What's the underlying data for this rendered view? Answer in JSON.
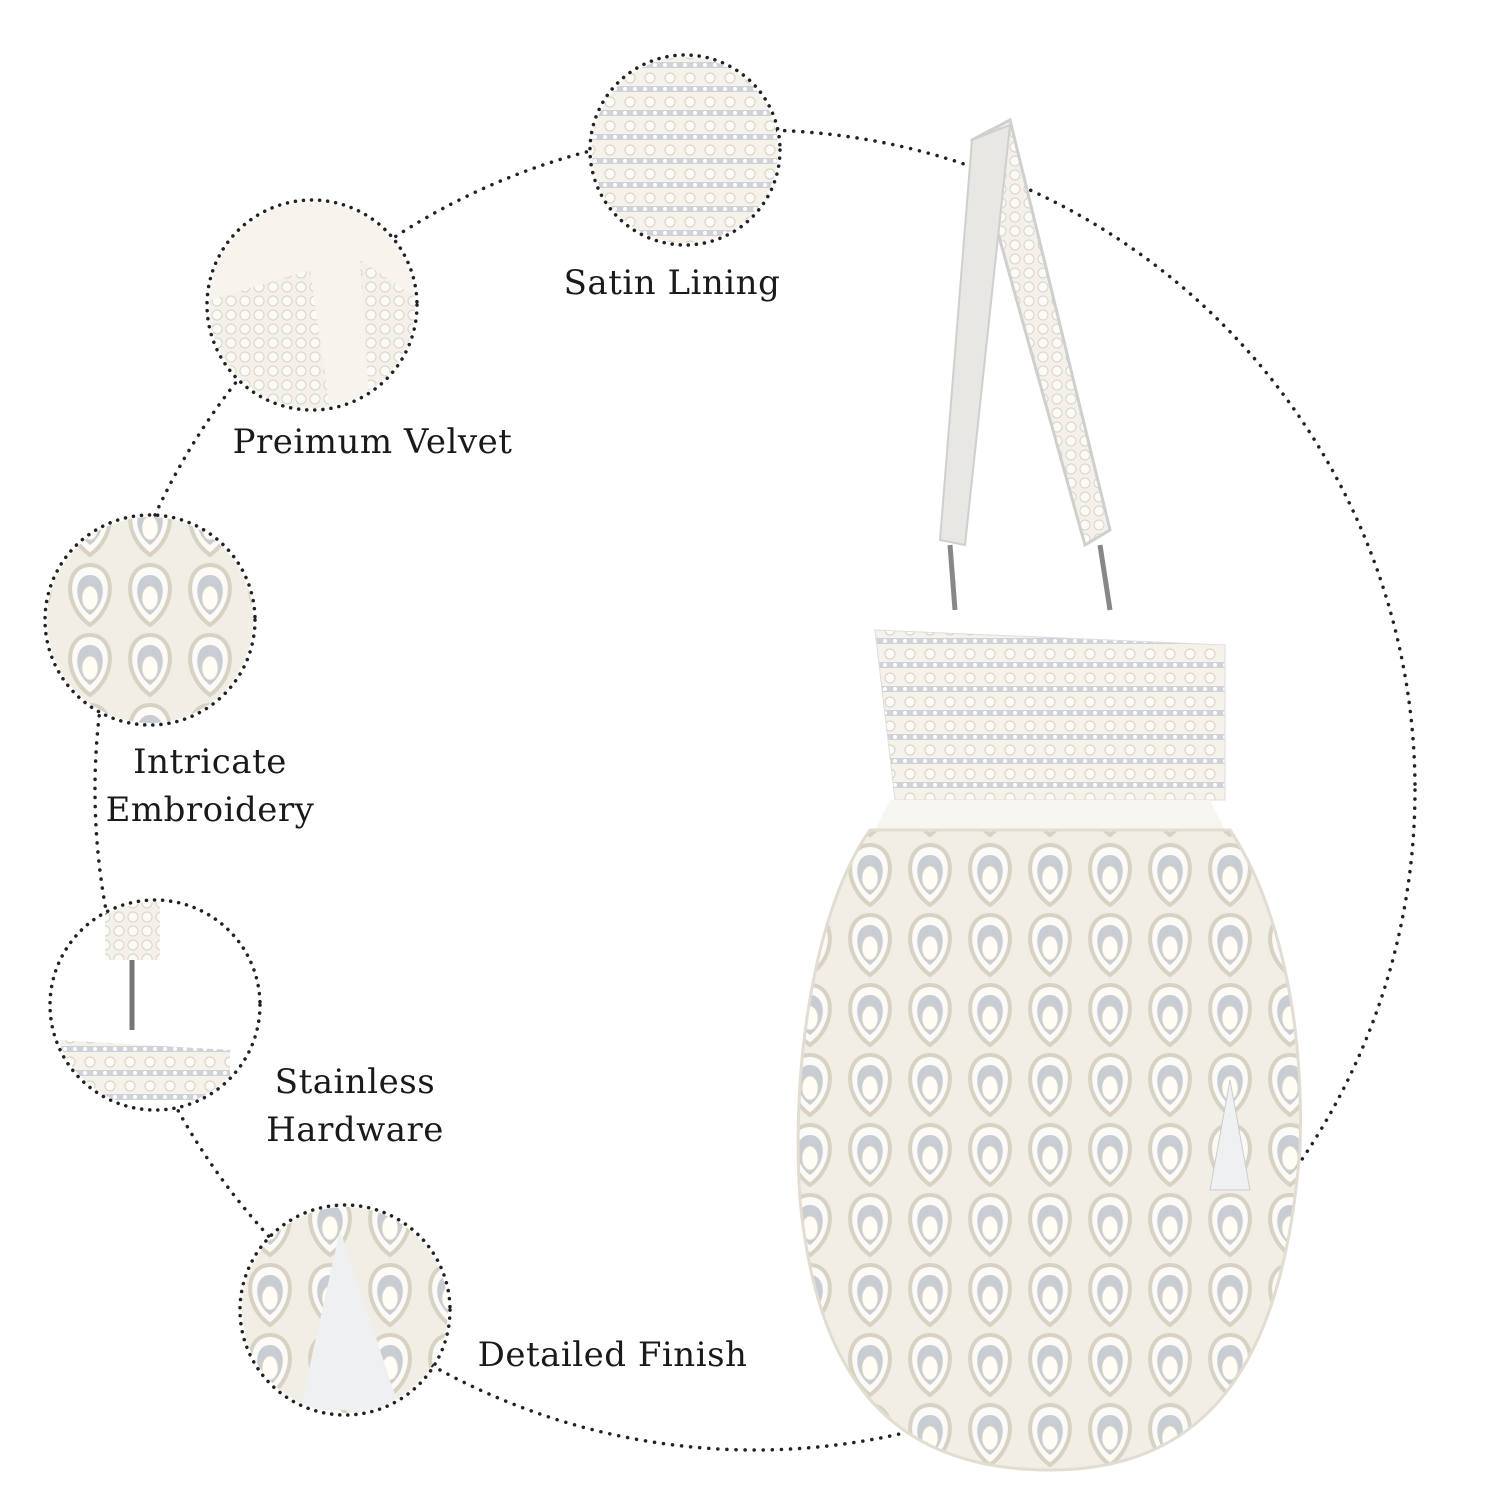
{
  "features": [
    {
      "id": "satin-lining",
      "label": "Satin Lining"
    },
    {
      "id": "premium-velvet",
      "label": "Preimum Velvet"
    },
    {
      "id": "intricate-embroidery",
      "label_line1": "Intricate",
      "label_line2": "Embroidery"
    },
    {
      "id": "stainless-hardware",
      "label_line1": "Stainless",
      "label_line2": "Hardware"
    },
    {
      "id": "detailed-finish",
      "label": "Detailed Finish"
    }
  ],
  "colors": {
    "dots": "#222222",
    "pearl": "#f3efe6",
    "silver": "#c9ccd2",
    "satin": "#f6f3ec"
  }
}
